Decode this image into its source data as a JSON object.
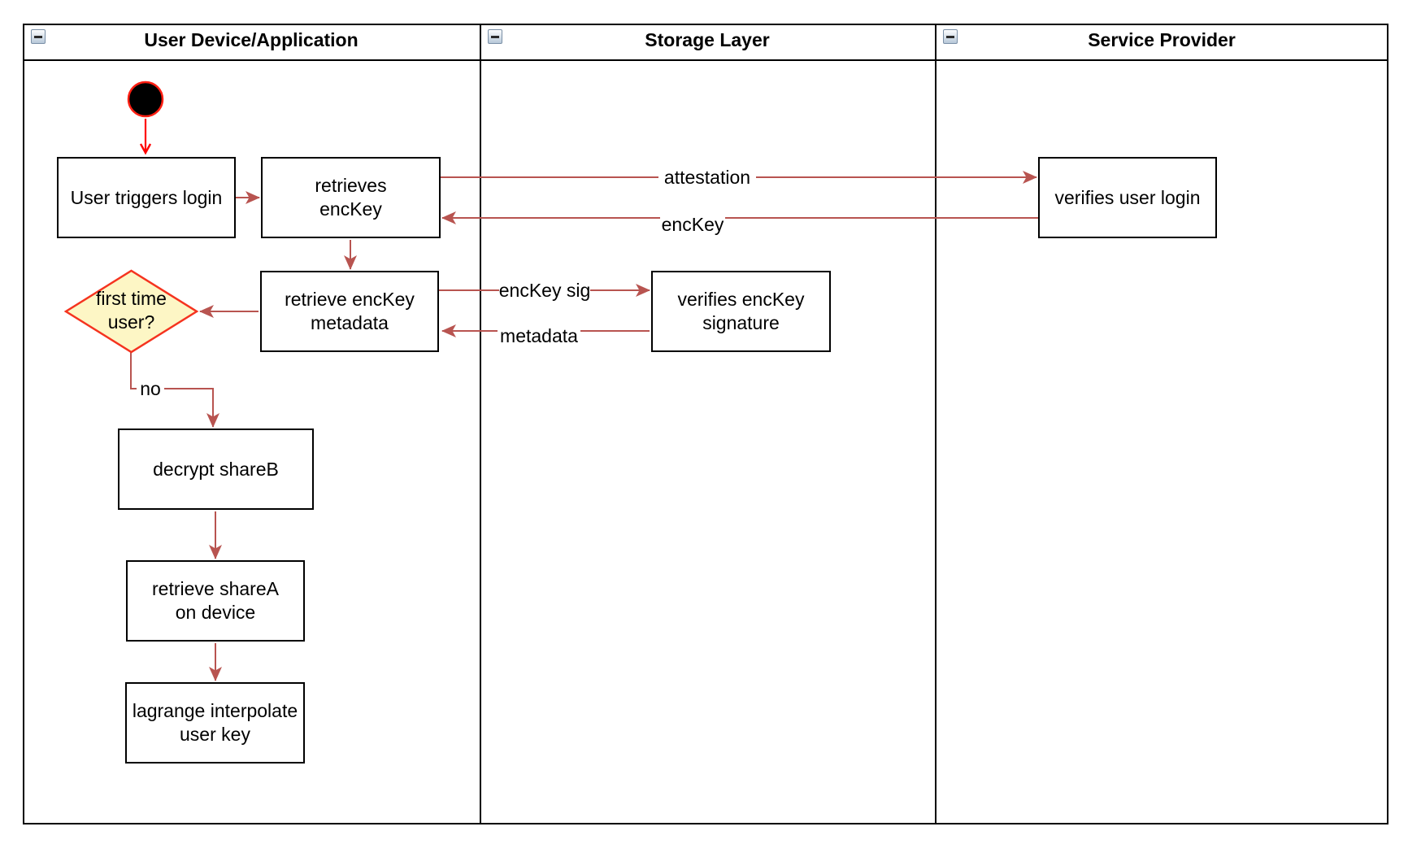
{
  "lanes": [
    {
      "title": "User Device/Application"
    },
    {
      "title": "Storage Layer"
    },
    {
      "title": "Service Provider"
    }
  ],
  "nodes": {
    "user_triggers_login": "User triggers login",
    "retrieves_enckey": "retrieves\nencKey",
    "verifies_user_login": "verifies user login",
    "retrieve_enckey_metadata": "retrieve encKey\nmetadata",
    "verifies_enckey_signature": "verifies encKey\nsignature",
    "first_time_user": "first time\nuser?",
    "decrypt_shareb": "decrypt shareB",
    "retrieve_sharea": "retrieve shareA\non device",
    "lagrange_interpolate": "lagrange interpolate\nuser key"
  },
  "edge_labels": {
    "attestation": "attestation",
    "enckey": "encKey",
    "enckey_sig": "encKey sig",
    "metadata": "metadata",
    "no": "no"
  },
  "icons": {
    "collapse": "minus-icon"
  },
  "colors": {
    "flow_arrow": "#B85450",
    "start_arrow": "#FF0000",
    "decision_fill": "#FDF6C5",
    "decision_border": "#F5331F",
    "node_border": "#000000",
    "lane_border": "#000000",
    "start_node_fill": "#000000"
  }
}
